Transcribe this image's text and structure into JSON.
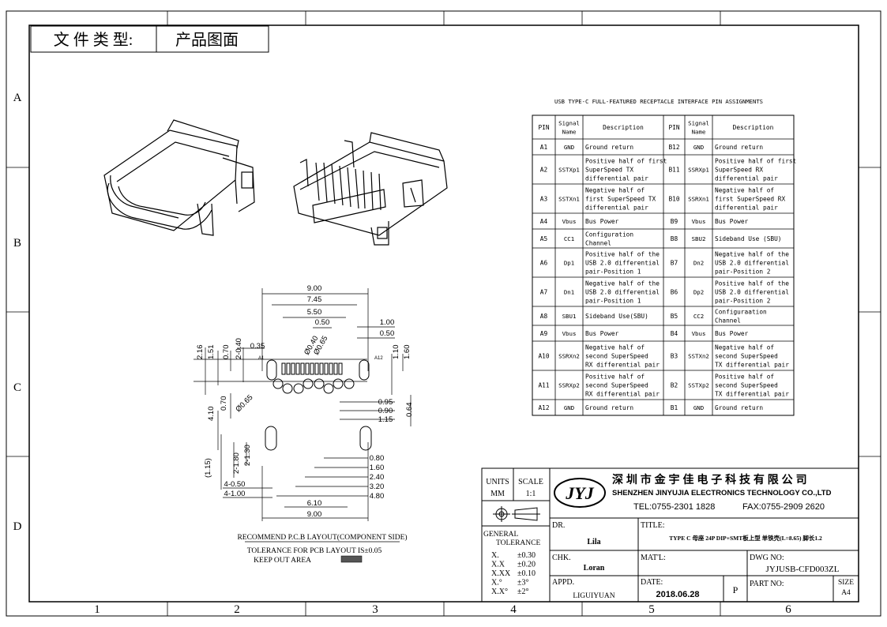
{
  "frame": {
    "col_numbers": [
      "1",
      "2",
      "3",
      "4",
      "5",
      "6"
    ],
    "row_letters": [
      "A",
      "B",
      "C",
      "D"
    ]
  },
  "doc_type": {
    "label": "文 件 类 型:",
    "value": "产品图面"
  },
  "pin_table": {
    "title": "USB TYPE-C FULL-FEATURED RECEPTACLE INTERFACE PIN ASSIGNMENTS",
    "headers": [
      "PIN",
      "Signal\nName",
      "Description",
      "PIN",
      "Signal\nName",
      "Description"
    ],
    "rows": [
      [
        "A1",
        "GND",
        "Ground return",
        "B12",
        "GND",
        "Ground return"
      ],
      [
        "A2",
        "SSTXp1",
        "Positive half of first\nSuperSpeed TX\ndifferential pair",
        "B11",
        "SSRXp1",
        "Positive half of first\nSuperSpeed RX\ndifferential pair"
      ],
      [
        "A3",
        "SSTXn1",
        "Negative half of\nfirst SuperSpeed TX\ndifferential pair",
        "B10",
        "SSRXn1",
        "Negative half of\nfirst SuperSpeed RX\ndifferential pair"
      ],
      [
        "A4",
        "Vbus",
        "Bus Power",
        "B9",
        "Vbus",
        "Bus Power"
      ],
      [
        "A5",
        "CC1",
        "Configuration\nChannel",
        "B8",
        "SBU2",
        "Sideband Use (SBU)"
      ],
      [
        "A6",
        "Dp1",
        "Positive half of the\nUSB 2.0 differential\npair-Position 1",
        "B7",
        "Dn2",
        "Negative half of the\nUSB 2.0 differential\npair-Position 2"
      ],
      [
        "A7",
        "Dn1",
        "Negative half of the\nUSB 2.0 differential\npair-Position 1",
        "B6",
        "Dp2",
        "Positive half of the\nUSB 2.0 differential\npair-Position 2"
      ],
      [
        "A8",
        "SBU1",
        "Sideband Use(SBU)",
        "B5",
        "CC2",
        "Configuraation\nChannel"
      ],
      [
        "A9",
        "Vbus",
        "Bus Power",
        "B4",
        "Vbus",
        "Bus Power"
      ],
      [
        "A10",
        "SSRXn2",
        "Negative half of\nsecond SuperSpeed\nRX differential pair",
        "B3",
        "SSTXn2",
        "Negative half of\nsecond SuperSpeed\nTX differential pair"
      ],
      [
        "A11",
        "SSRXp2",
        "Positive half of\nsecond SuperSpeed\nRX differential pair",
        "B2",
        "SSTXp2",
        "Positive half of\nsecond SuperSpeed\nTX differential pair"
      ],
      [
        "A12",
        "GND",
        "Ground return",
        "B1",
        "GND",
        "Ground return"
      ]
    ]
  },
  "pcb_layout": {
    "dims_top": [
      "9.00",
      "7.45",
      "5.50",
      "0.50"
    ],
    "dims_right_top": [
      "1.00",
      "0.50"
    ],
    "dims_left": [
      "2.16",
      "1.51",
      "0.70",
      "2-0.40",
      "0.35"
    ],
    "dims_holes": [
      "Ø0.40",
      "Ø0.65"
    ],
    "dims_right": [
      "1.10",
      "1.60"
    ],
    "pin_labels": [
      "A1",
      "A12"
    ],
    "dims_left_mid": [
      "4.10",
      "0.70",
      "Ø0.65"
    ],
    "dims_right_mid": [
      "0.95",
      "0.90",
      "1.15",
      "0.64"
    ],
    "dims_left_low": [
      "(1.15)",
      "2-1.80",
      "2-1.30"
    ],
    "dims_right_low": [
      "0.80",
      "1.60",
      "2.40",
      "3.20",
      "4.80"
    ],
    "dims_left_bottom": [
      "4-0.50",
      "4-1.00"
    ],
    "dims_bottom": [
      "6.10",
      "9.00"
    ],
    "caption": "RECOMMEND P.C.B LAYOUT(COMPONENT SIDE)",
    "tolerance_note": "TOLERANCE FOR PCB LAYOUT IS±0.05",
    "keepout_note": "KEEP OUT AREA"
  },
  "title_block": {
    "units_label": "UNITS",
    "units_value": "MM",
    "scale_label": "SCALE",
    "scale_value": "1:1",
    "logo": "JYJ",
    "company_cn": "深 圳 市 金 宇 佳 电 子 科 技 有 限 公 司",
    "company_en": "SHENZHEN JINYUJIA ELECTRONICS TECHNOLOGY CO.,LTD",
    "tel": "TEL:0755-2301 1828",
    "fax": "FAX:0755-2909 2620",
    "general_tolerance": [
      "GENERAL",
      "TOLERANCE"
    ],
    "tolerances": [
      [
        "X.",
        "±0.30"
      ],
      [
        "X.X",
        "±0.20"
      ],
      [
        "X.XX",
        "±0.10"
      ],
      [
        "X.°",
        "±3°"
      ],
      [
        "X.X°",
        "±2°"
      ]
    ],
    "dr_label": "DR.",
    "dr_value": "Lila",
    "title_label": "TITLE:",
    "title_value": "TYPE C 母座 24P DIP+SMT板上型 单铁壳(L=8.65) 脚长1.2",
    "chk_label": "CHK.",
    "chk_value": "Loran",
    "matl_label": "MAT'L:",
    "dwg_label": "DWG NO:",
    "dwg_value": "JYJUSB-CFD003ZL",
    "appd_label": "APPD.",
    "appd_value": "LIGUIYUAN",
    "date_label": "DATE:",
    "date_value": "2018.06.28",
    "rev_value": "P",
    "part_label": "PART NO:",
    "size_label": "SIZE",
    "size_value": "A4"
  }
}
